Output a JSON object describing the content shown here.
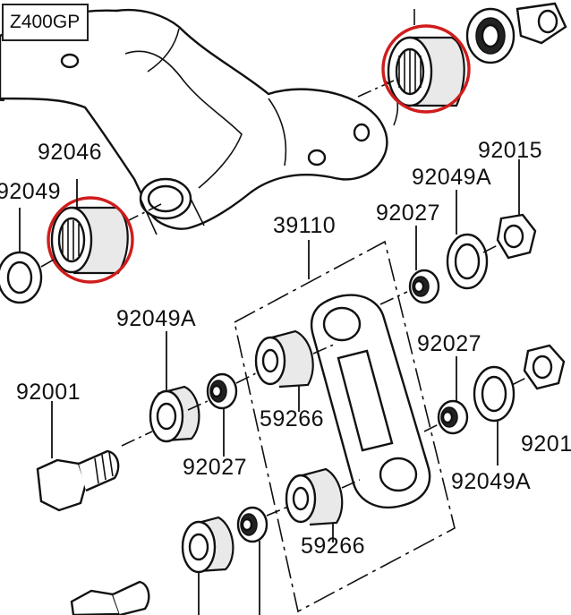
{
  "model_badge": "Z400GP",
  "highlight_color": "#d01c1c",
  "labels": {
    "bearing_upper": "92046",
    "washer_left": "92049",
    "link": "39110",
    "nut_top": "92015",
    "washer_top": "92049A",
    "seal_top": "92027",
    "washer_mid_left": "92049A",
    "bolt": "92001",
    "seal_mid_right": "92027",
    "sleeve_upper": "59266",
    "seal_low_left": "92027",
    "nut_right_cut": "9201",
    "washer_mid_right": "92049A",
    "sleeve_lower": "59266"
  },
  "highlighted_parts": [
    "needle-bearing-upper-right",
    "needle-bearing-left"
  ]
}
